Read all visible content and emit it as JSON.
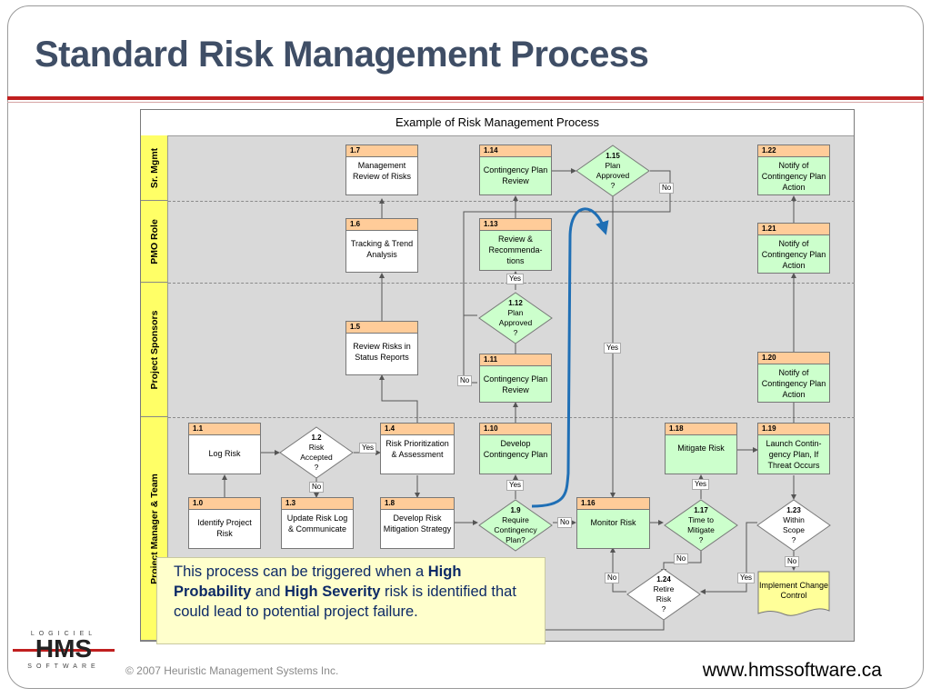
{
  "title": "Standard Risk Management Process",
  "diagram_title": "Example of Risk Management Process",
  "lanes": [
    "Sr. Mgmt",
    "PMO Role",
    "Project Sponsors",
    "Project Manager & Team"
  ],
  "boxes": [
    {
      "id": "1.7",
      "text": "Management Review of Risks",
      "green": false
    },
    {
      "id": "1.6",
      "text": "Tracking & Trend Analysis",
      "green": false
    },
    {
      "id": "1.5",
      "text": "Review Risks in Status Reports",
      "green": false
    },
    {
      "id": "1.1",
      "text": "Log Risk",
      "green": false
    },
    {
      "id": "1.0",
      "text": "Identify Project Risk",
      "green": false
    },
    {
      "id": "1.3",
      "text": "Update Risk Log & Communicate",
      "green": false
    },
    {
      "id": "1.4",
      "text": "Risk Prioritization & Assessment",
      "green": false
    },
    {
      "id": "1.8",
      "text": "Develop Risk Mitigation Strategy",
      "green": false
    },
    {
      "id": "1.14",
      "text": "Contingency Plan Review",
      "green": true
    },
    {
      "id": "1.13",
      "text": "Review & Recommenda-tions",
      "green": true
    },
    {
      "id": "1.11",
      "text": "Contingency Plan Review",
      "green": true
    },
    {
      "id": "1.10",
      "text": "Develop Contingency Plan",
      "green": true
    },
    {
      "id": "1.16",
      "text": "Monitor Risk",
      "green": true
    },
    {
      "id": "1.18",
      "text": "Mitigate Risk",
      "green": true
    },
    {
      "id": "1.22",
      "text": "Notify of Contingency Plan Action",
      "green": true
    },
    {
      "id": "1.21",
      "text": "Notify of Contingency Plan Action",
      "green": true
    },
    {
      "id": "1.20",
      "text": "Notify of Contingency Plan Action",
      "green": true
    },
    {
      "id": "1.19",
      "text": "Launch Contin-gency Plan, If Threat Occurs",
      "green": true
    }
  ],
  "decisions": [
    {
      "id": "1.2",
      "lines": [
        "Risk",
        "Accepted",
        "?"
      ],
      "green": false
    },
    {
      "id": "1.9",
      "lines": [
        "Require",
        "Contingency",
        "Plan?"
      ],
      "green": true
    },
    {
      "id": "1.12",
      "lines": [
        "Plan",
        "Approved",
        "?"
      ],
      "green": true
    },
    {
      "id": "1.15",
      "lines": [
        "Plan",
        "Approved",
        "?"
      ],
      "green": true
    },
    {
      "id": "1.17",
      "lines": [
        "Time to",
        "Mitigate",
        "?"
      ],
      "green": true
    },
    {
      "id": "1.23",
      "lines": [
        "Within",
        "Scope",
        "?"
      ],
      "green": false
    },
    {
      "id": "1.24",
      "lines": [
        "Retire",
        "Risk",
        "?"
      ],
      "green": false
    }
  ],
  "document_box": {
    "text": "Implement Change Control"
  },
  "edge_labels": {
    "yes": "Yes",
    "no": "No"
  },
  "callout": {
    "prefix": "This process can be triggered when a ",
    "bold1": "High Probability",
    "mid": " and ",
    "bold2": "High Severity",
    "suffix": " risk is identified that could lead to potential project failure."
  },
  "logo": {
    "top": "LOGICIEL",
    "main": "HMS",
    "bottom": "SOFTWARE"
  },
  "footer": {
    "copyright": "© 2007 Heuristic Management Systems Inc.",
    "url": "www.hmssoftware.ca"
  },
  "colors": {
    "title": "#3f4e66",
    "rule": "#c01f1f",
    "lane": "#ffff66",
    "box_header": "#ffcc99",
    "green_box": "#ccffcc",
    "callout": "#ffffcc",
    "arrow_blue": "#1f6fb5"
  }
}
